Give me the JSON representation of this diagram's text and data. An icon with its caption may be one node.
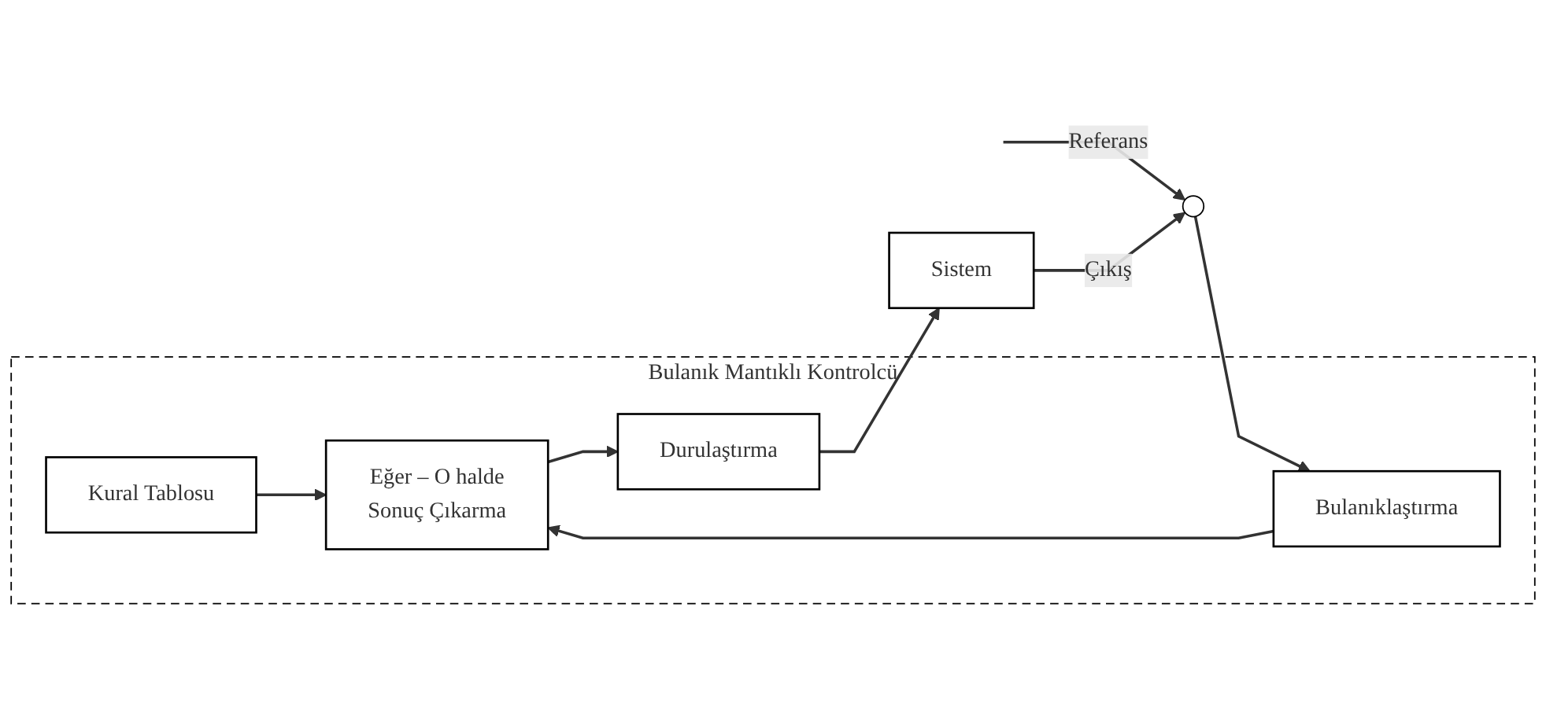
{
  "diagram": {
    "nodes": [
      {
        "text": [
          "Bulanık Mantıklı Kontrolcü"
        ]
      },
      {
        "text": [
          "Kural Tablosu"
        ],
        "in": 0
      },
      {
        "text": [
          "Bulanıklaştırma"
        ],
        "in": 0
      },
      {
        "text": [
          "Eğer – O halde",
          "Sonuç Çıkarma"
        ],
        "in": 0
      },
      {
        "text": [
          "Durulaştırma"
        ],
        "in": 0
      },
      {
        "text": [
          "Sistem"
        ]
      },
      {
        "text": [],
        "shape": "circle"
      }
    ],
    "edges": [
      {
        "from": null,
        "to": 6,
        "arrow": "to",
        "label": "Referans"
      },
      {
        "from": 6,
        "to": 2,
        "arrow": "to"
      },
      {
        "from": 2,
        "to": 3,
        "arrow": "to"
      },
      {
        "from": 1,
        "to": 3,
        "arrow": "to"
      },
      {
        "from": 3,
        "to": 4,
        "arrow": "to"
      },
      {
        "from": 4,
        "to": 5,
        "arrow": "to"
      },
      {
        "from": 5,
        "to": 6,
        "arrow": "to",
        "label": "Çıkış"
      }
    ]
  }
}
